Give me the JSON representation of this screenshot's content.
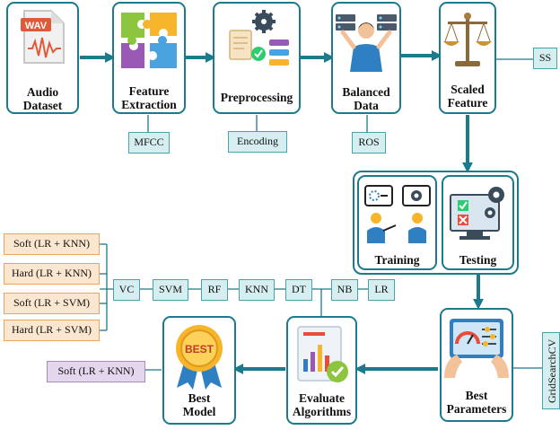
{
  "pipeline": {
    "audio": [
      "Audio",
      "Dataset"
    ],
    "wav_text": "WAV",
    "feature": [
      "Feature",
      "Extraction"
    ],
    "pre": [
      "Preprocessing"
    ],
    "balanced": [
      "Balanced",
      "Data"
    ],
    "scaled": [
      "Scaled",
      "Feature"
    ],
    "training": [
      "Training"
    ],
    "testing": [
      "Testing"
    ],
    "bestparams": [
      "Best",
      "Parameters"
    ],
    "evaluate": [
      "Evaluate",
      "Algorithms"
    ],
    "bestmodel": [
      "Best",
      "Model"
    ],
    "best_badge_text": "BEST"
  },
  "tags": {
    "mfcc": "MFCC",
    "encoding": "Encoding",
    "ros": "ROS",
    "ss": "SS",
    "gridsearch": "GridSearchCV",
    "final": "Soft (LR + KNN)"
  },
  "algorithms": [
    "VC",
    "SVM",
    "RF",
    "KNN",
    "DT",
    "NB",
    "LR"
  ],
  "voting": [
    "Soft (LR + KNN)",
    "Hard (LR + KNN)",
    "Soft (LR + SVM)",
    "Hard (LR + SVM)"
  ],
  "colors": {
    "accent": "#1b7a8c",
    "tag_fill": "#d6eef0",
    "orange_fill": "#fbe6cf",
    "purple_fill": "#e4d6ec"
  }
}
